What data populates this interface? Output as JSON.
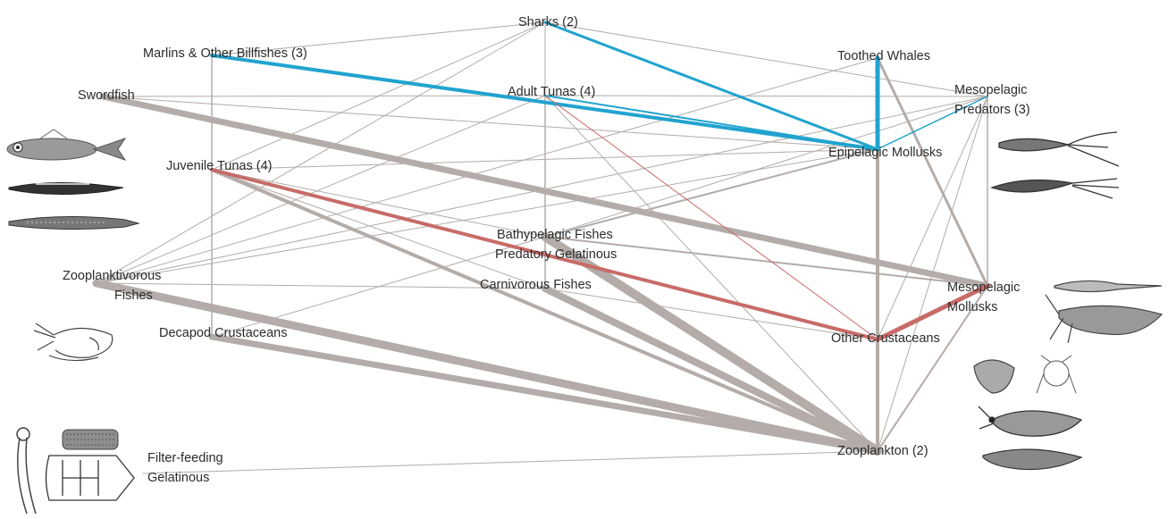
{
  "nodes": {
    "sharks": "Sharks (2)",
    "marlins": "Marlins & Other Billfishes (3)",
    "toothed_whales": "Toothed Whales",
    "swordfish": "Swordfish",
    "adult_tunas": "Adult Tunas (4)",
    "meso_predators_1": "Mesopelagic",
    "meso_predators_2": "Predators (3)",
    "epi_mollusks": "Epipelagic Mollusks",
    "juvenile_tunas": "Juvenile Tunas (4)",
    "bathy_fishes": "Bathypelagic Fishes",
    "pred_gelatinous": "Predatory Gelatinous",
    "zoopl_fishes_1": "Zooplanktivorous",
    "zoopl_fishes_2": "Fishes",
    "carn_fishes": "Carnivorous Fishes",
    "meso_mollusks_1": "Mesopelagic",
    "meso_mollusks_2": "Mollusks",
    "decapods": "Decapod Crustaceans",
    "other_crust": "Other Crustaceans",
    "zooplankton": "Zooplankton (2)",
    "filter_1": "Filter-feeding",
    "filter_2": "Gelatinous"
  },
  "link_colors": {
    "default": "#b3aca8",
    "highlight_blue": "#21a3cf",
    "highlight_red": "#c76b69"
  },
  "illustrations": [
    "lanternfish-icon",
    "dragonfish-icon",
    "bristlemouth-icon",
    "shrimp-icon",
    "salp-icon",
    "pyrosome-icon",
    "doliolid-icon",
    "squid-icon",
    "octopus-squid-icon",
    "mysid-icon",
    "krill-icon",
    "amphipod-icon",
    "copepod-icon"
  ]
}
